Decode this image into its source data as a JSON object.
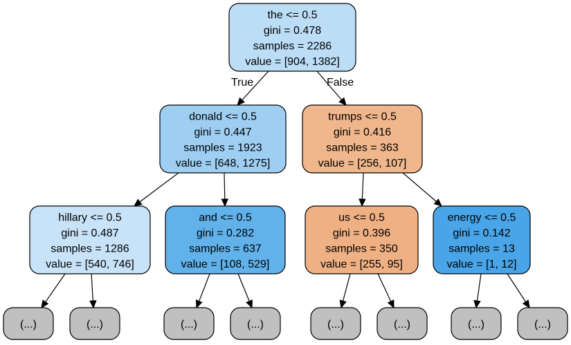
{
  "tree": {
    "nodes": [
      {
        "id": "n0",
        "lines": [
          "the <= 0.5",
          "gini = 0.478",
          "samples = 2286",
          "value = [904, 1382]"
        ],
        "color": "#bcddf6"
      },
      {
        "id": "n1",
        "lines": [
          "donald <= 0.5",
          "gini = 0.447",
          "samples = 1923",
          "value = [648, 1275]"
        ],
        "color": "#9ecff3"
      },
      {
        "id": "n2",
        "lines": [
          "trumps <= 0.5",
          "gini = 0.416",
          "samples = 363",
          "value = [256, 107]"
        ],
        "color": "#f0b68c"
      },
      {
        "id": "n3",
        "lines": [
          "hillary <= 0.5",
          "gini = 0.487",
          "samples = 1286",
          "value = [540, 746]"
        ],
        "color": "#c8e3f8"
      },
      {
        "id": "n4",
        "lines": [
          "and <= 0.5",
          "gini = 0.282",
          "samples = 637",
          "value = [108, 529]"
        ],
        "color": "#61b1ea"
      },
      {
        "id": "n5",
        "lines": [
          "us <= 0.5",
          "gini = 0.396",
          "samples = 350",
          "value = [255, 95]"
        ],
        "color": "#efb083"
      },
      {
        "id": "n6",
        "lines": [
          "energy <= 0.5",
          "gini = 0.142",
          "samples = 13",
          "value = [1, 12]"
        ],
        "color": "#49a5e7"
      },
      {
        "id": "l0",
        "lines": [
          "(...)"
        ],
        "color": "#c0c0c0"
      },
      {
        "id": "l1",
        "lines": [
          "(...)"
        ],
        "color": "#c0c0c0"
      },
      {
        "id": "l2",
        "lines": [
          "(...)"
        ],
        "color": "#c0c0c0"
      },
      {
        "id": "l3",
        "lines": [
          "(...)"
        ],
        "color": "#c0c0c0"
      },
      {
        "id": "l4",
        "lines": [
          "(...)"
        ],
        "color": "#c0c0c0"
      },
      {
        "id": "l5",
        "lines": [
          "(...)"
        ],
        "color": "#c0c0c0"
      },
      {
        "id": "l6",
        "lines": [
          "(...)"
        ],
        "color": "#c0c0c0"
      },
      {
        "id": "l7",
        "lines": [
          "(...)"
        ],
        "color": "#c0c0c0"
      }
    ],
    "edges": [
      {
        "from": "n0",
        "to": "n1",
        "label": "True"
      },
      {
        "from": "n0",
        "to": "n2",
        "label": "False"
      },
      {
        "from": "n1",
        "to": "n3",
        "label": ""
      },
      {
        "from": "n1",
        "to": "n4",
        "label": ""
      },
      {
        "from": "n2",
        "to": "n5",
        "label": ""
      },
      {
        "from": "n2",
        "to": "n6",
        "label": ""
      },
      {
        "from": "n3",
        "to": "l0",
        "label": ""
      },
      {
        "from": "n3",
        "to": "l1",
        "label": ""
      },
      {
        "from": "n4",
        "to": "l2",
        "label": ""
      },
      {
        "from": "n4",
        "to": "l3",
        "label": ""
      },
      {
        "from": "n5",
        "to": "l4",
        "label": ""
      },
      {
        "from": "n5",
        "to": "l5",
        "label": ""
      },
      {
        "from": "n6",
        "to": "l6",
        "label": ""
      },
      {
        "from": "n6",
        "to": "l7",
        "label": ""
      }
    ]
  }
}
